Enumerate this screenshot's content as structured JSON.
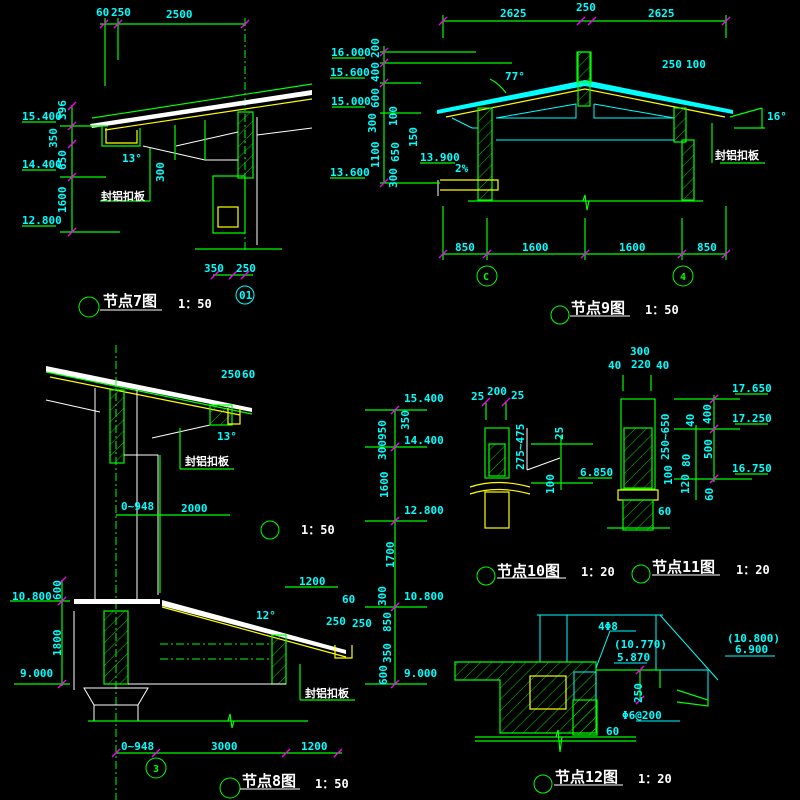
{
  "colors": {
    "background": "#000000",
    "lines": "#00ff00",
    "dimension_text": "#00ffff",
    "ticks": "#ff00ff",
    "finish": "#ffff00",
    "labels": "#ffffff"
  },
  "detail7": {
    "title": "节点7图",
    "scale": "1：50",
    "ref_circle": "01",
    "dims_top": [
      "60",
      "250",
      "2500"
    ],
    "dims_left": [
      "396",
      "350",
      "650",
      "1600"
    ],
    "elevations": [
      "15.400",
      "14.400",
      "12.800"
    ],
    "angle": "13°",
    "drop": "300",
    "note": "封铝扣板",
    "dims_bottom": [
      "350",
      "250"
    ]
  },
  "detail9": {
    "title": "节点9图",
    "scale": "1：50",
    "dims_top": [
      "2625",
      "250",
      "2625"
    ],
    "elevations": [
      "16.000",
      "15.600",
      "15.000",
      "13.900",
      "13.600"
    ],
    "dims_left": [
      "200",
      "400",
      "600",
      "300",
      "100",
      "150",
      "1100",
      "650",
      "300"
    ],
    "angle_ridge": "77°",
    "angle_eave": "16°",
    "slope": "2%",
    "dims_right": [
      "250",
      "100"
    ],
    "note": "封铝扣板",
    "dims_bottom": [
      "850",
      "1600",
      "1600",
      "850"
    ],
    "axis_circles": [
      "C",
      "4"
    ]
  },
  "detail8": {
    "title": "节点8图",
    "scale": "1：50",
    "inner_scale": "1：50",
    "dims_top": [
      "250",
      "60"
    ],
    "elevations_right": [
      "15.400",
      "14.400",
      "12.800",
      "10.800",
      "9.000"
    ],
    "elevations_left": [
      "10.800",
      "9.000"
    ],
    "dims_right": [
      "950",
      "350",
      "300",
      "1600",
      "1700",
      "300",
      "850",
      "350",
      "600"
    ],
    "dims_left": [
      "600",
      "1800"
    ],
    "angle_upper": "13°",
    "angle_lower": "12°",
    "note_upper": "封铝扣板",
    "note_lower": "封铝扣板",
    "dims_mid": [
      "0~948",
      "2000"
    ],
    "dims_canopy": [
      "1200",
      "60",
      "250",
      "250"
    ],
    "dims_bottom": [
      "0~948",
      "3000",
      "1200"
    ],
    "axis_circle": "3"
  },
  "detail10": {
    "title": "节点10图",
    "scale": "1：20",
    "dims_top": [
      "25",
      "200",
      "25"
    ],
    "dims_side": [
      "275~475",
      "25",
      "100"
    ],
    "elevation": "6.850"
  },
  "detail11": {
    "title": "节点11图",
    "scale": "1：20",
    "dims_top": [
      "300",
      "40",
      "220",
      "40"
    ],
    "elevations": [
      "17.650",
      "17.250",
      "16.750"
    ],
    "dims_side": [
      "250~650",
      "40",
      "400",
      "80",
      "500",
      "100",
      "120",
      "60"
    ],
    "dim_bottom": "60"
  },
  "detail12": {
    "title": "节点12图",
    "scale": "1：20",
    "rebar": "4Φ8",
    "elev_bracket": "(10.770)",
    "elevation": "5.870",
    "elev_bracket_right": "(10.800)",
    "elevation_right": "6.900",
    "dim_height": "250",
    "stirrup": "Φ6@200",
    "dim_width": "60"
  }
}
